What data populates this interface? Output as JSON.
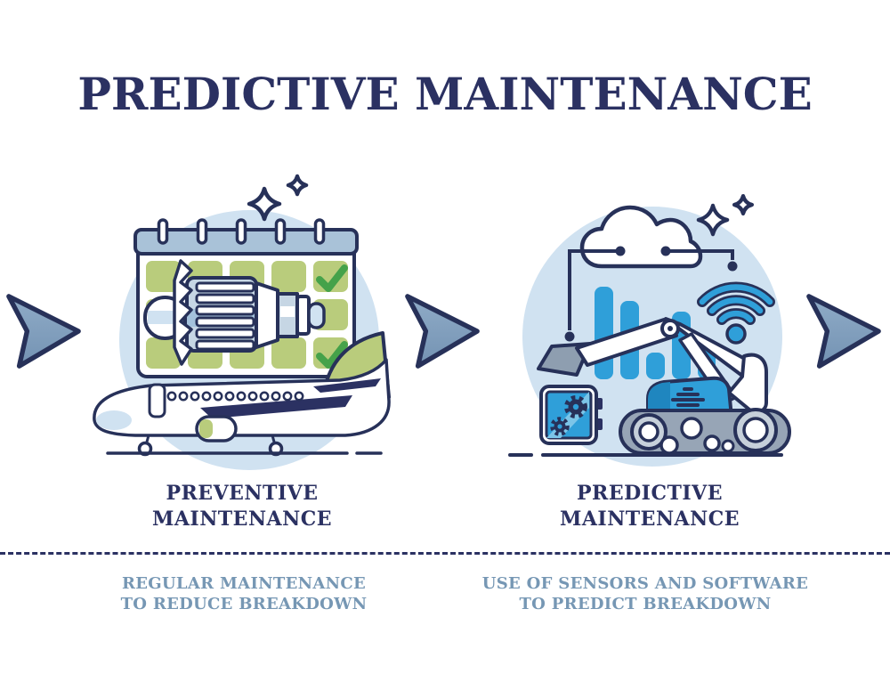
{
  "title": "PREDICTIVE MAINTENANCE",
  "sections": [
    {
      "id": "preventive",
      "label": [
        "PREVENTIVE",
        "MAINTENANCE"
      ],
      "description": [
        "REGULAR MAINTENANCE",
        "TO REDUCE BREAKDOWN"
      ],
      "illustration": "airplane with jet engine over a maintenance calendar with green checked days and sparkles"
    },
    {
      "id": "predictive",
      "label": [
        "PREDICTIVE",
        "MAINTENANCE"
      ],
      "description": [
        "USE OF SENSORS AND SOFTWARE",
        "TO PREDICT BREAKDOWN"
      ],
      "illustration": "excavator with cloud connection wires, analytics bar chart, wifi signal and gear sensor module"
    }
  ],
  "icons": [
    "right-arrow",
    "sparkles",
    "calendar",
    "check-mark",
    "jet-engine",
    "airplane",
    "cloud",
    "connection-wire",
    "bar-chart",
    "wifi-signal",
    "excavator",
    "gears-sensor-box",
    "ground-line"
  ],
  "arrow_count": 3,
  "colors": {
    "outline_navy": "#273159",
    "title_text": "#2b3162",
    "description_text": "#7697b4",
    "circle_bg": "#d0e2f1",
    "calendar_header": "#a9c2d8",
    "cell_green": "#b9cc7c",
    "check_green": "#45a24a",
    "accent_blue": "#2f9fd9",
    "machine_gray": "#97a5b6",
    "arrow_fill": "#7f9ebc"
  }
}
